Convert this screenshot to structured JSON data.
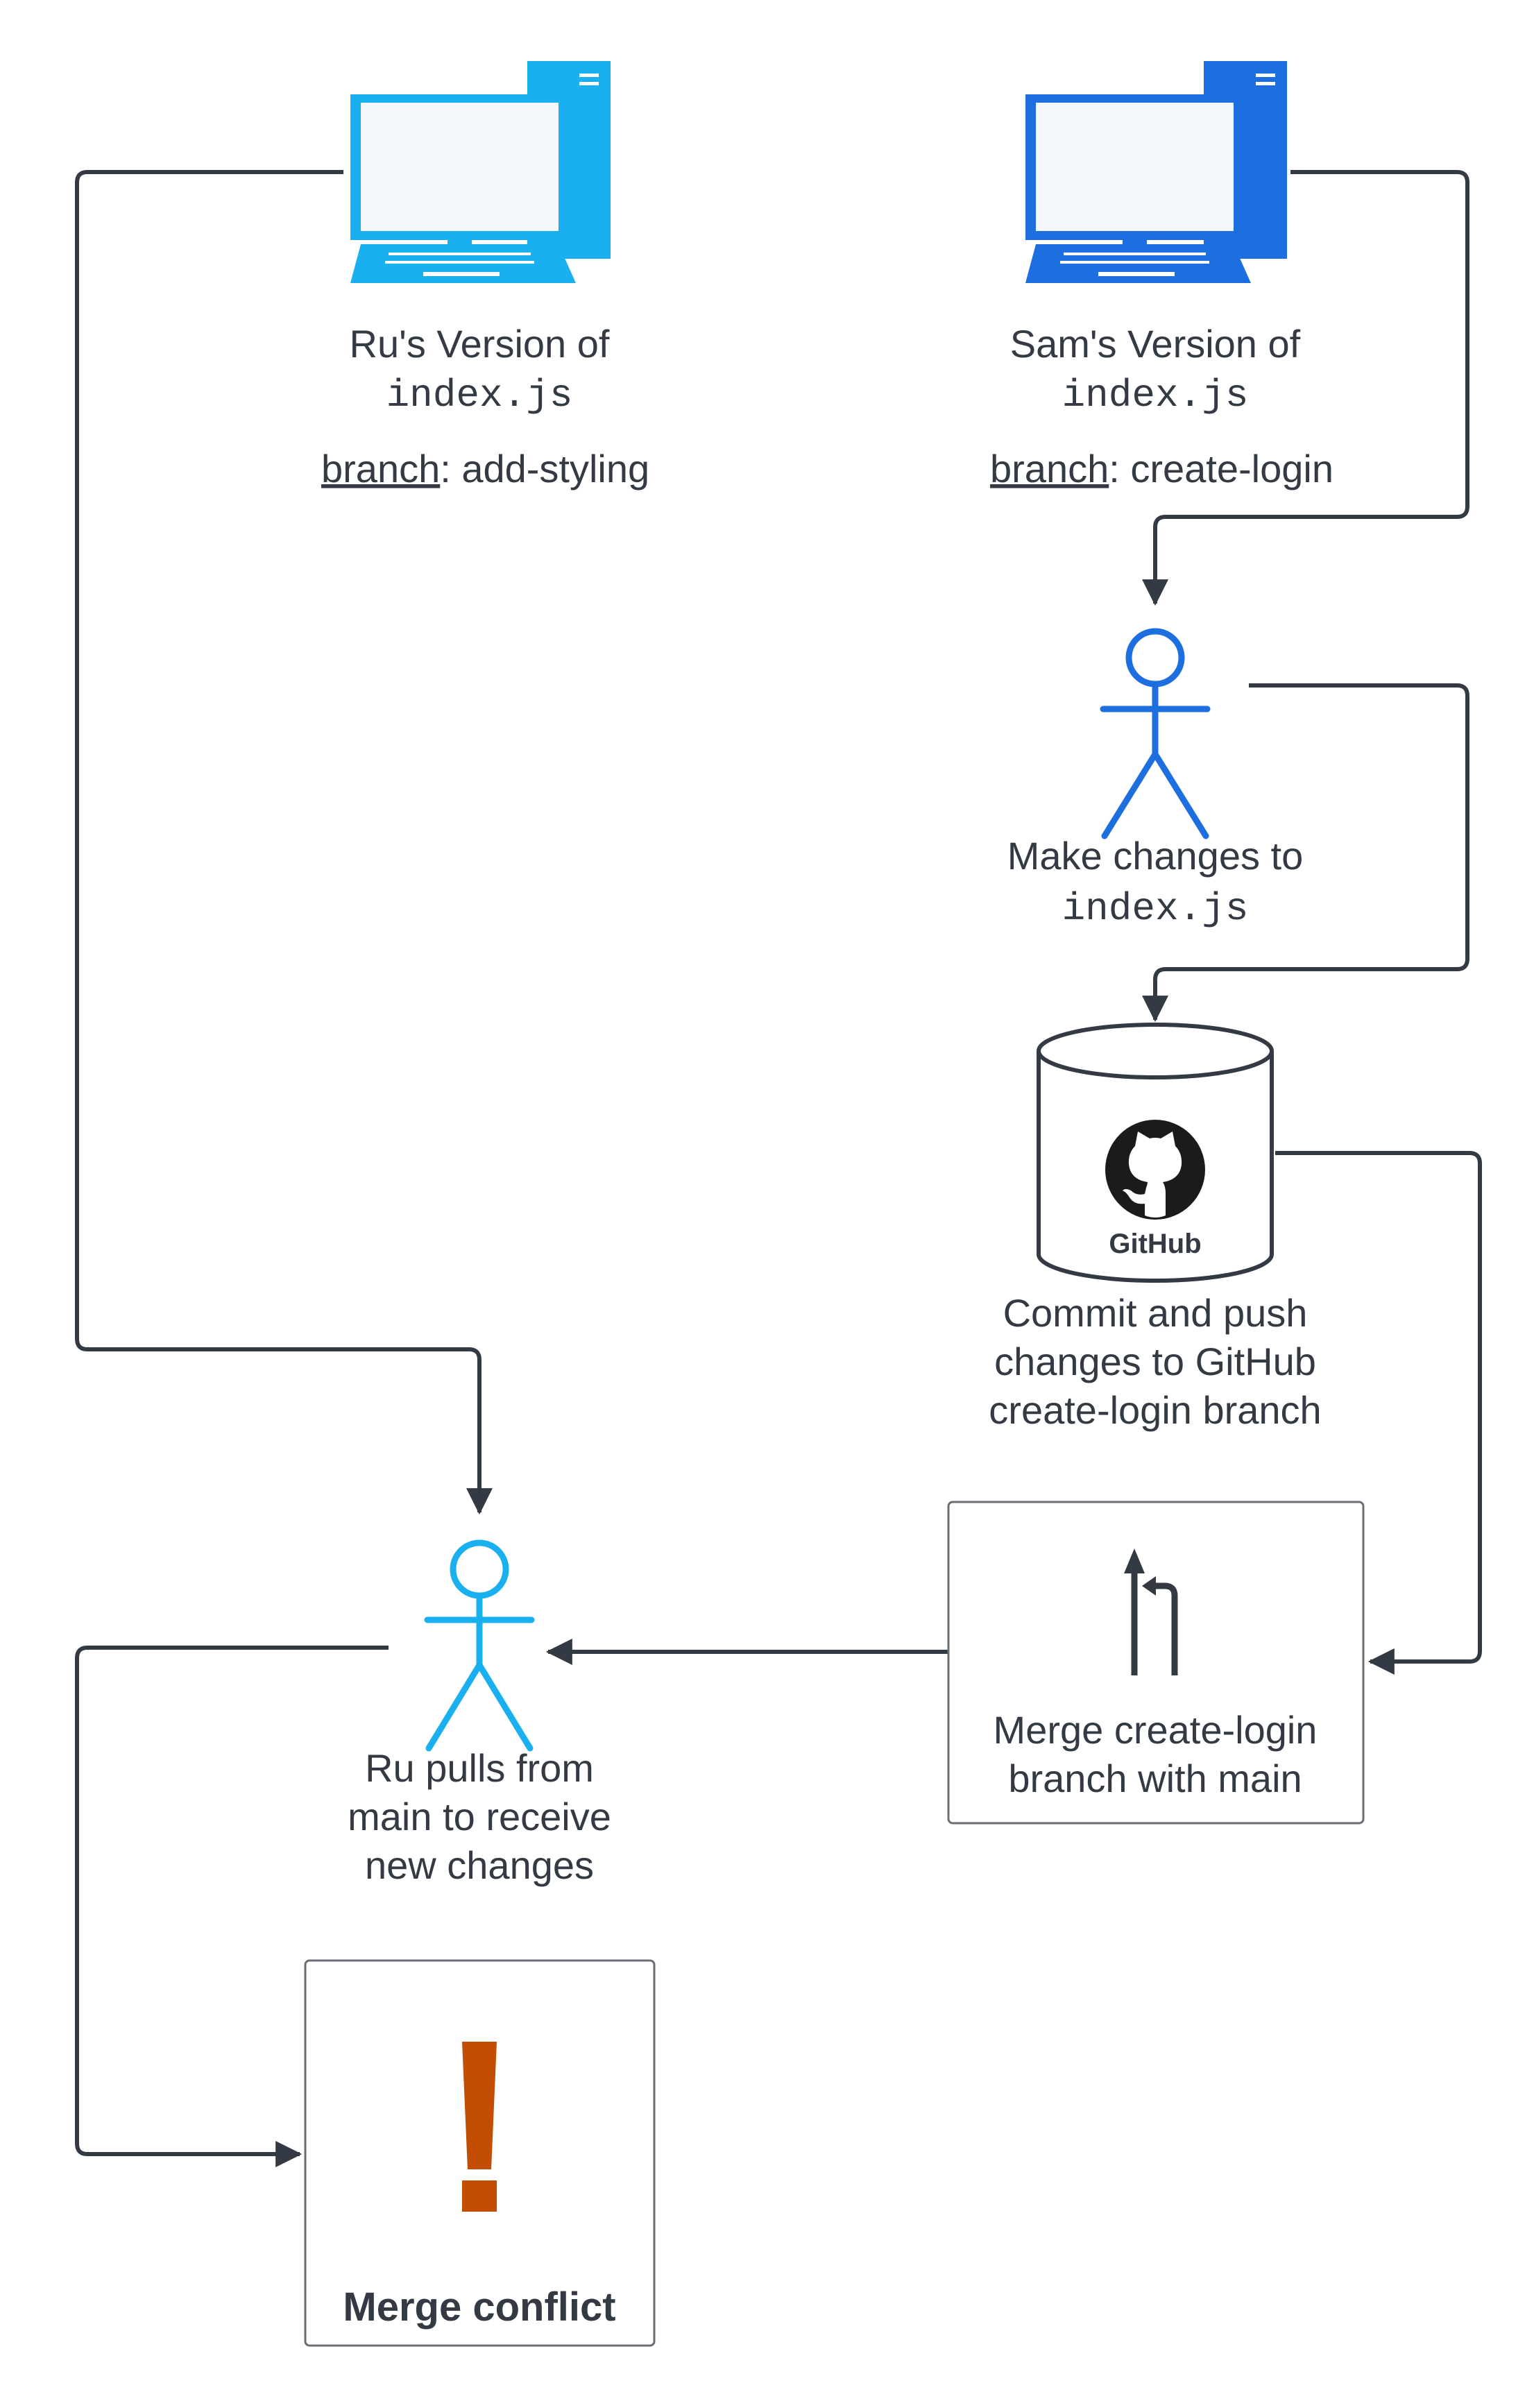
{
  "colors": {
    "ru": "#1ab0f0",
    "sam": "#1d6fe0",
    "line": "#333a44",
    "warning": "#c44d04",
    "github": "#1b1b1b"
  },
  "nodes": {
    "ru_computer": {
      "icon": "computer-icon",
      "line1": "Ru's Version of",
      "file": "index.js",
      "branch_key": "branch",
      "branch_value": ": add-styling"
    },
    "sam_computer": {
      "icon": "computer-icon",
      "line1": "Sam's Version of",
      "file": "index.js",
      "branch_key": "branch",
      "branch_value": ": create-login"
    },
    "sam_actor": {
      "icon": "person-icon",
      "line1": "Make changes to",
      "file": "index.js"
    },
    "github_db": {
      "icon": "github-icon",
      "logo_text": "GitHub",
      "line1": "Commit and push",
      "line2": "changes to GitHub",
      "line3": "create-login branch"
    },
    "merge_box": {
      "icon": "merge-icon",
      "line1": "Merge create-login",
      "line2": "branch with main"
    },
    "ru_actor": {
      "icon": "person-icon",
      "line1": "Ru pulls from",
      "line2": "main to receive",
      "line3": "new changes"
    },
    "conflict_box": {
      "icon": "exclamation-icon",
      "label": "Merge conflict"
    }
  }
}
